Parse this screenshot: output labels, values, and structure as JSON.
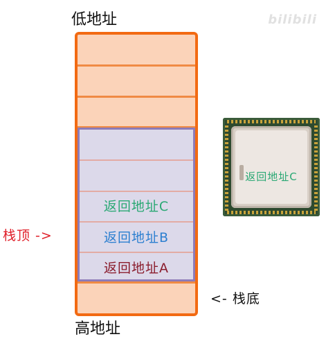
{
  "labels": {
    "low_address": "低地址",
    "high_address": "高地址",
    "stack_top": "栈顶 ->",
    "stack_bottom": "<- 栈底"
  },
  "watermark": {
    "brand": "bilibili"
  },
  "stack_slots": [
    "返回地址C",
    "返回地址B",
    "返回地址A"
  ],
  "cpu": {
    "content": "返回地址C"
  },
  "colors": {
    "memory_border": "#f26a12",
    "memory_fill": "#fbd3b9",
    "stack_fill": "#dcd9ea",
    "stack_border": "#8d7bb8",
    "slot_c": "#2aa874",
    "slot_b": "#2c7fd0",
    "slot_a": "#8a1c2c",
    "stack_top_label": "#e0202a"
  }
}
